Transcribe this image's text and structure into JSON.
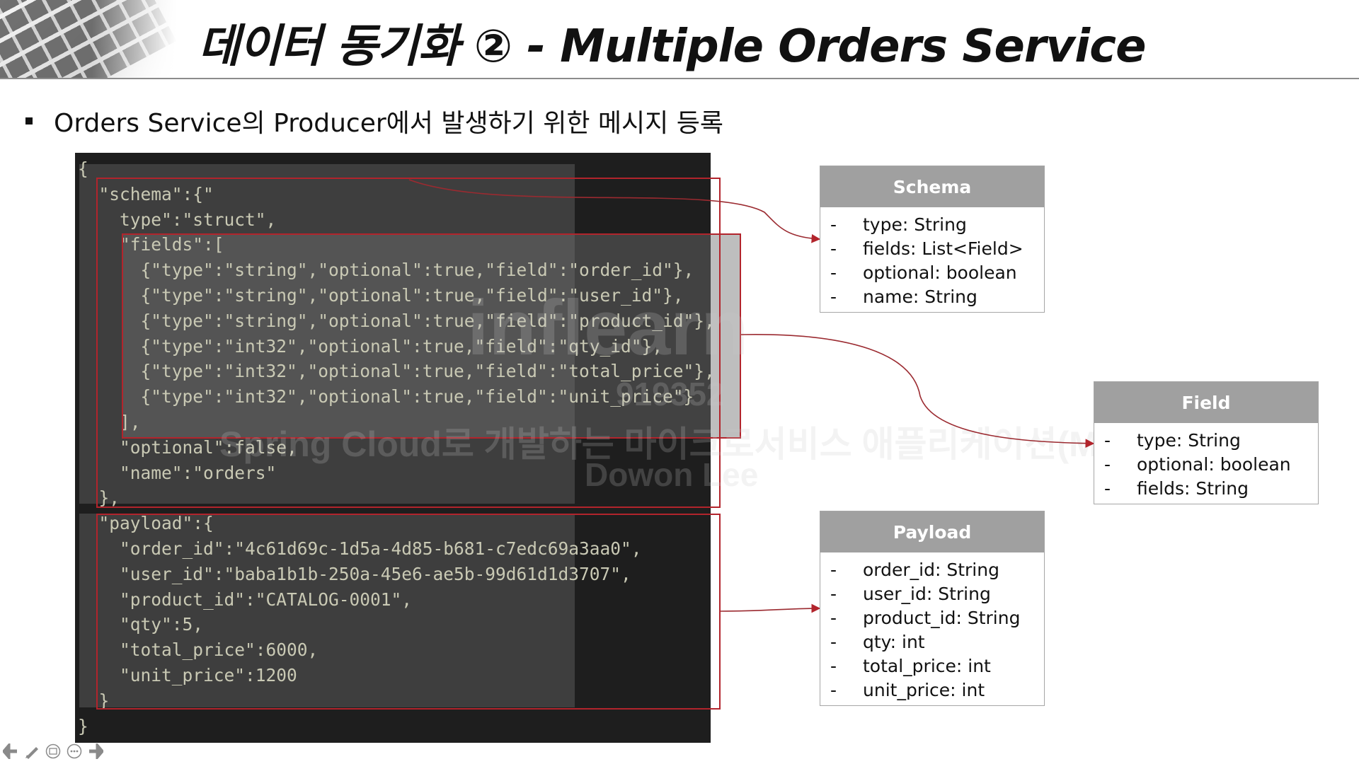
{
  "header": {
    "title": "데이터 동기화 ② - Multiple Orders Service"
  },
  "bullet": {
    "text": "Orders Service의 Producer에서 발생하기 위한 메시지 등록"
  },
  "code": {
    "lines": [
      "{",
      "  \"schema\":{\"",
      "    type\":\"struct\",",
      "    \"fields\":[",
      "      {\"type\":\"string\",\"optional\":true,\"field\":\"order_id\"},",
      "      {\"type\":\"string\",\"optional\":true,\"field\":\"user_id\"},",
      "      {\"type\":\"string\",\"optional\":true,\"field\":\"product_id\"},",
      "      {\"type\":\"int32\",\"optional\":true,\"field\":\"qty_id\"},",
      "      {\"type\":\"int32\",\"optional\":true,\"field\":\"total_price\"},",
      "      {\"type\":\"int32\",\"optional\":true,\"field\":\"unit_price\"}",
      "    ],",
      "    \"optional\":false,",
      "    \"name\":\"orders\"",
      "  },",
      "  \"payload\":{",
      "    \"order_id\":\"4c61d69c-1d5a-4d85-b681-c7edc69a3aa0\",",
      "    \"user_id\":\"baba1b1b-250a-45e6-ae5b-99d61d1d3707\",",
      "    \"product_id\":\"CATALOG-0001\",",
      "    \"qty\":5,",
      "    \"total_price\":6000,",
      "    \"unit_price\":1200",
      "  }",
      "}"
    ]
  },
  "watermark": {
    "logo": "inflearn",
    "id": "919352",
    "course": "Spring Cloud로 개발하는 마이크로서비스 애플리케이션(MSA)",
    "author": "Dowon Lee"
  },
  "schema_box": {
    "title": "Schema",
    "items": [
      "type: String",
      "fields: List<Field>",
      "optional: boolean",
      "name: String"
    ]
  },
  "field_box": {
    "title": "Field",
    "items": [
      "type: String",
      "optional: boolean",
      "fields: String"
    ]
  },
  "payload_box": {
    "title": "Payload",
    "items": [
      "order_id: String",
      "user_id: String",
      "product_id: String",
      "qty: int",
      "total_price: int",
      "unit_price: int"
    ]
  },
  "colors": {
    "highlight_red": "#b2242c",
    "box_header": "#a0a0a0",
    "code_bg": "#1e1e1e"
  },
  "toolbar": {
    "icons": [
      "prev-arrow-icon",
      "pen-icon",
      "slide-icon",
      "more-icon",
      "next-arrow-icon"
    ]
  }
}
